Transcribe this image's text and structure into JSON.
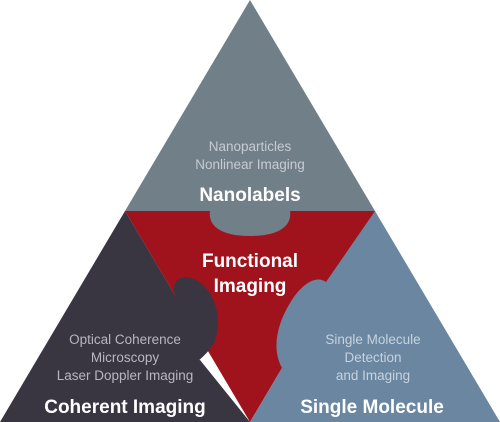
{
  "colors": {
    "top": "#717f89",
    "center": "#a0131d",
    "bottom_left": "#393541",
    "bottom_right": "#6a86a0",
    "top_text": "#c6ccd1",
    "left_text": "#b9b5c1",
    "right_text": "#c7d3de"
  },
  "top": {
    "lines": [
      "Nanoparticles",
      "Nonlinear Imaging"
    ],
    "title": "Nanolabels"
  },
  "center": {
    "lines": [
      "Functional",
      "Imaging"
    ]
  },
  "bottom_left": {
    "lines": [
      "Optical Coherence",
      "Microscopy",
      "Laser Doppler Imaging"
    ],
    "title": "Coherent Imaging"
  },
  "bottom_right": {
    "lines": [
      "Single Molecule",
      "Detection",
      "and Imaging"
    ],
    "title": "Single Molecule"
  }
}
